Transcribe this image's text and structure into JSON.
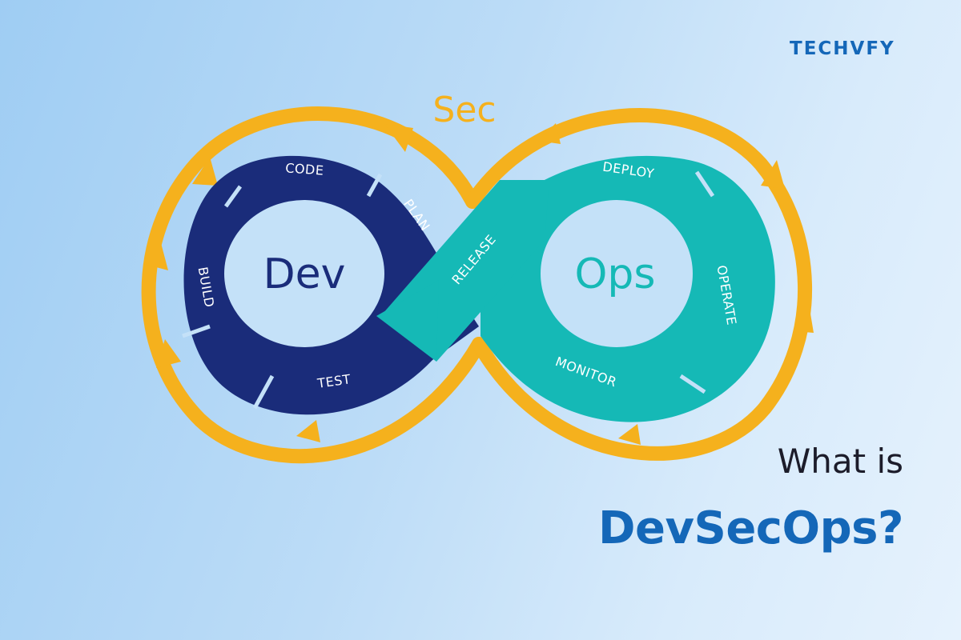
{
  "brand": {
    "logo_text": "TECHVFY"
  },
  "diagram": {
    "sec_label": "Sec",
    "dev_label": "Dev",
    "ops_label": "Ops",
    "stages": {
      "code": "CODE",
      "plan": "PLAN",
      "build": "BUILD",
      "test": "TEST",
      "release": "RELEASE",
      "deploy": "DEPLOY",
      "operate": "OPERATE",
      "monitor": "MONITOR"
    },
    "colors": {
      "dev": "#1a2c7a",
      "ops": "#15b9b6",
      "sec": "#f5b11d",
      "center": "#c4e1f8"
    }
  },
  "headline": {
    "line1": "What is",
    "line2": "DevSecOps?"
  }
}
